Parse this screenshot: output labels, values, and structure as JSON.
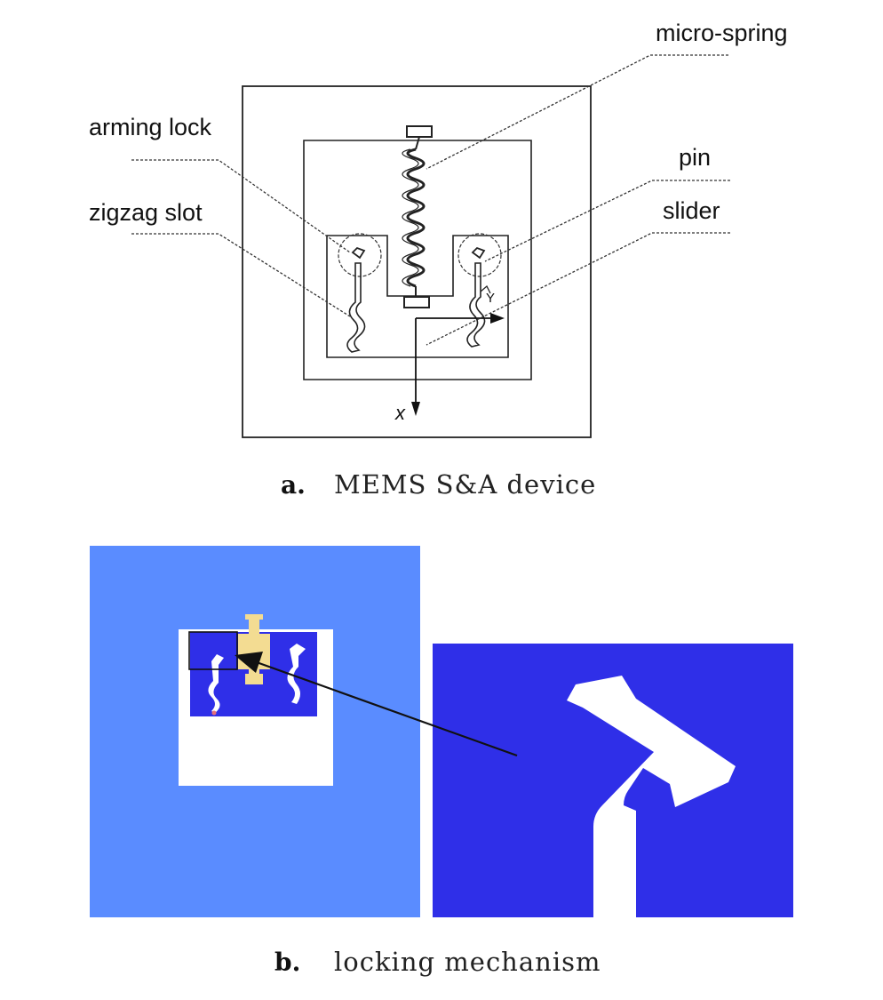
{
  "figure_a": {
    "labels": {
      "micro_spring": "micro-spring",
      "arming_lock": "arming lock",
      "zigzag_slot": "zigzag slot",
      "pin": "pin",
      "slider": "slider",
      "x_axis": "x",
      "y_axis": "Y"
    },
    "caption": {
      "letter": "a.",
      "text": "MEMS S&A device"
    }
  },
  "figure_b": {
    "caption": {
      "letter": "b.",
      "text": "locking mechanism"
    },
    "colors": {
      "background": "#5a8cff",
      "slot_panel": "#2f2fe8",
      "slot": "#ffffff",
      "spring": "#f3dc92"
    }
  }
}
